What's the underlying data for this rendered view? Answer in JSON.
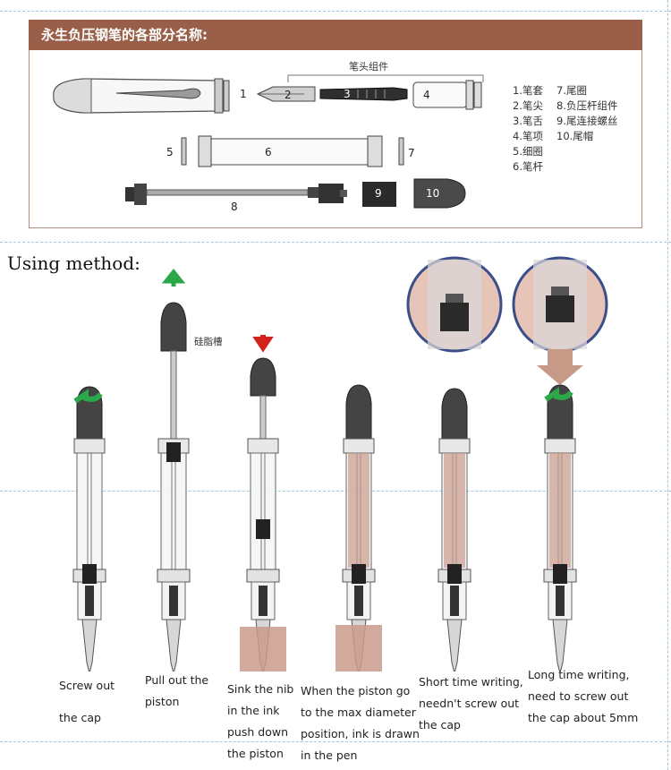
{
  "header": {
    "title": "永生负压钢笔的各部分名称:"
  },
  "parts_diagram": {
    "nib_assembly_label": "笔头组件",
    "numbers": [
      "1",
      "2",
      "3",
      "4",
      "5",
      "6",
      "7",
      "8",
      "9",
      "10"
    ],
    "legend_left": [
      "1.笔套",
      "2.笔尖",
      "3.笔舌",
      "4.笔项",
      "5.细圈",
      "6.笔杆"
    ],
    "legend_right": [
      "7.尾圈",
      "8.负压杆组件",
      "9.尾连接螺丝",
      "10.尾帽"
    ]
  },
  "using": {
    "title": "Using method:",
    "silicone_label": "硅脂槽",
    "steps": [
      {
        "lines": [
          "Screw out",
          "the cap"
        ]
      },
      {
        "lines": [
          "Pull out the",
          "piston"
        ]
      },
      {
        "lines": [
          "Sink the nib",
          "in the ink",
          "push down",
          "the piston"
        ]
      },
      {
        "lines": [
          "When the piston go",
          "to the max diameter",
          "position, ink is drawn",
          "in the pen"
        ]
      },
      {
        "lines": [
          "Short time writing,",
          "needn't screw out",
          "the cap"
        ]
      },
      {
        "lines": [
          "Long time writing,",
          "need to screw out",
          "the cap about 5mm"
        ]
      }
    ]
  },
  "colors": {
    "header_bg": "#9a5f49",
    "ink": "#c99a8c",
    "green_arrow": "#2aa84a",
    "red_arrow": "#d2221c",
    "circle_border": "#3a4f8a"
  }
}
